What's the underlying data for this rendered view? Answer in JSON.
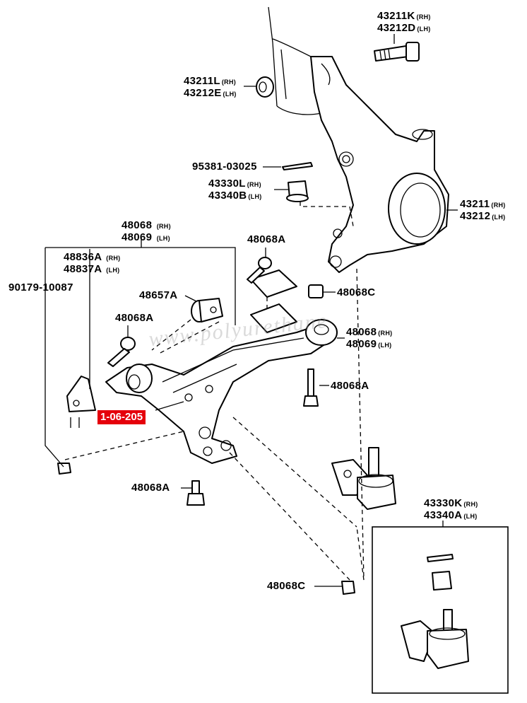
{
  "diagram": {
    "title": "Front suspension lower arm assembly",
    "watermark": "www.polyurethane",
    "highlight": {
      "label": "1-06-205",
      "color": "#e5000b"
    },
    "labels": {
      "strut_bolt": {
        "rh": "43211K",
        "rh_tag": "(RH)",
        "lh": "43212D",
        "lh_tag": "(LH)"
      },
      "strut_bushing": {
        "rh": "43211L",
        "rh_tag": "(RH)",
        "lh": "43212E",
        "lh_tag": "(LH)"
      },
      "cotter_pin": {
        "pn": "95381-03025"
      },
      "castle_nut": {
        "rh": "43330L",
        "rh_tag": "(RH)",
        "lh": "43340B",
        "lh_tag": "(LH)"
      },
      "knuckle": {
        "rh": "43211",
        "rh_tag": "(RH)",
        "lh": "43212",
        "lh_tag": "(LH)"
      },
      "lower_arm": {
        "rh": "48068",
        "rh_tag": "(RH)",
        "lh": "48069",
        "lh_tag": "(LH)"
      },
      "bracket": {
        "rh": "48836A",
        "rh_tag": "(RH)",
        "lh": "48837A",
        "lh_tag": "(LH)"
      },
      "bolt_90179": {
        "pn": "90179-10087"
      },
      "bolt_top": {
        "pn": "48068A"
      },
      "bushing": {
        "pn": "48657A"
      },
      "bolt_left": {
        "pn": "48068A"
      },
      "nut_c_top": {
        "pn": "48068C"
      },
      "rear_bushing": {
        "rh": "48068",
        "rh_tag": "(RH)",
        "lh": "48069",
        "lh_tag": "(LH)"
      },
      "bolt_right": {
        "pn": "48068A"
      },
      "bolt_bottom": {
        "pn": "48068A"
      },
      "nut_c_bottom": {
        "pn": "48068C"
      },
      "ball_joint": {
        "rh": "43330K",
        "rh_tag": "(RH)",
        "lh": "43340A",
        "lh_tag": "(LH)"
      }
    }
  }
}
